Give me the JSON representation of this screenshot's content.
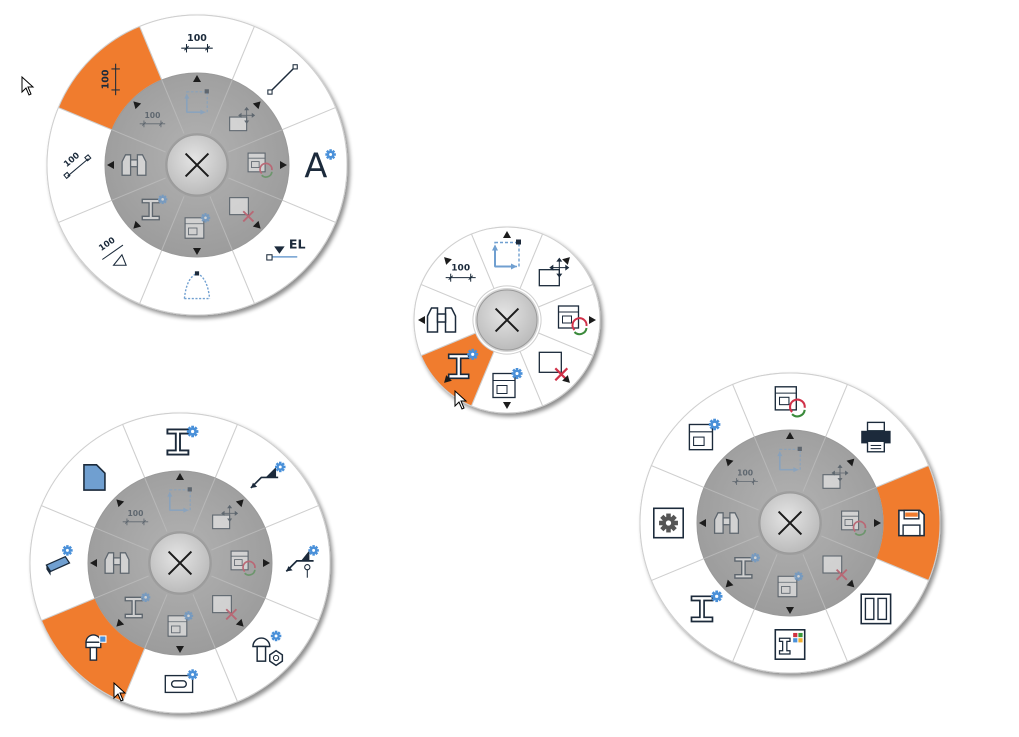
{
  "menus": [
    {
      "id": "dimension-menu",
      "outer_items": [
        {
          "name": "dimension-horizontal-icon",
          "label": "100"
        },
        {
          "name": "line-tool-icon",
          "label": ""
        },
        {
          "name": "text-annotation-icon",
          "label": "A"
        },
        {
          "name": "elevation-marker-icon",
          "label": "EL"
        },
        {
          "name": "arc-tool-icon",
          "label": ""
        },
        {
          "name": "dimension-angle-icon",
          "label": "100"
        },
        {
          "name": "dimension-aligned-icon",
          "label": "100"
        },
        {
          "name": "dimension-vertical-icon",
          "label": "100",
          "active": true
        }
      ]
    },
    {
      "id": "main-menu",
      "inner_items": [
        {
          "name": "move-point-icon",
          "label": ""
        },
        {
          "name": "copy-move-icon",
          "label": ""
        },
        {
          "name": "replace-element-icon",
          "label": ""
        },
        {
          "name": "delete-element-icon",
          "label": ""
        },
        {
          "name": "element-properties-icon",
          "label": ""
        },
        {
          "name": "beam-properties-icon",
          "label": "",
          "active": true
        },
        {
          "name": "binoculars-icon",
          "label": ""
        },
        {
          "name": "dimension-horizontal-icon",
          "label": "100"
        }
      ]
    },
    {
      "id": "steel-menu",
      "outer_items": [
        {
          "name": "steel-beam-icon",
          "label": ""
        },
        {
          "name": "weld-symbol-icon",
          "label": ""
        },
        {
          "name": "weld-site-icon",
          "label": ""
        },
        {
          "name": "anchor-bolt-icon",
          "label": ""
        },
        {
          "name": "slotted-hole-icon",
          "label": ""
        },
        {
          "name": "bolt-settings-icon",
          "label": "",
          "active": true
        },
        {
          "name": "plate-fold-icon",
          "label": ""
        },
        {
          "name": "plate-shape-icon",
          "label": ""
        }
      ]
    },
    {
      "id": "file-menu",
      "outer_items": [
        {
          "name": "replace-element-icon",
          "label": ""
        },
        {
          "name": "print-icon",
          "label": ""
        },
        {
          "name": "save-icon",
          "label": "",
          "active": true
        },
        {
          "name": "columns-layout-icon",
          "label": ""
        },
        {
          "name": "profile-table-icon",
          "label": ""
        },
        {
          "name": "beam-properties-icon",
          "label": ""
        },
        {
          "name": "settings-icon",
          "label": ""
        },
        {
          "name": "element-properties-icon",
          "label": ""
        }
      ]
    }
  ],
  "colors": {
    "accent": "#f07b2e",
    "hub": "#a5a5a5",
    "hub_dark": "#8f8f8f",
    "ring": "#ffffff",
    "border": "#cfcfcf",
    "icon_dark": "#1a2a3a",
    "icon_blue": "#6f9fd0",
    "icon_red": "#d0304a",
    "icon_green": "#3a8a3a",
    "gear_blue": "#4a90d9"
  }
}
